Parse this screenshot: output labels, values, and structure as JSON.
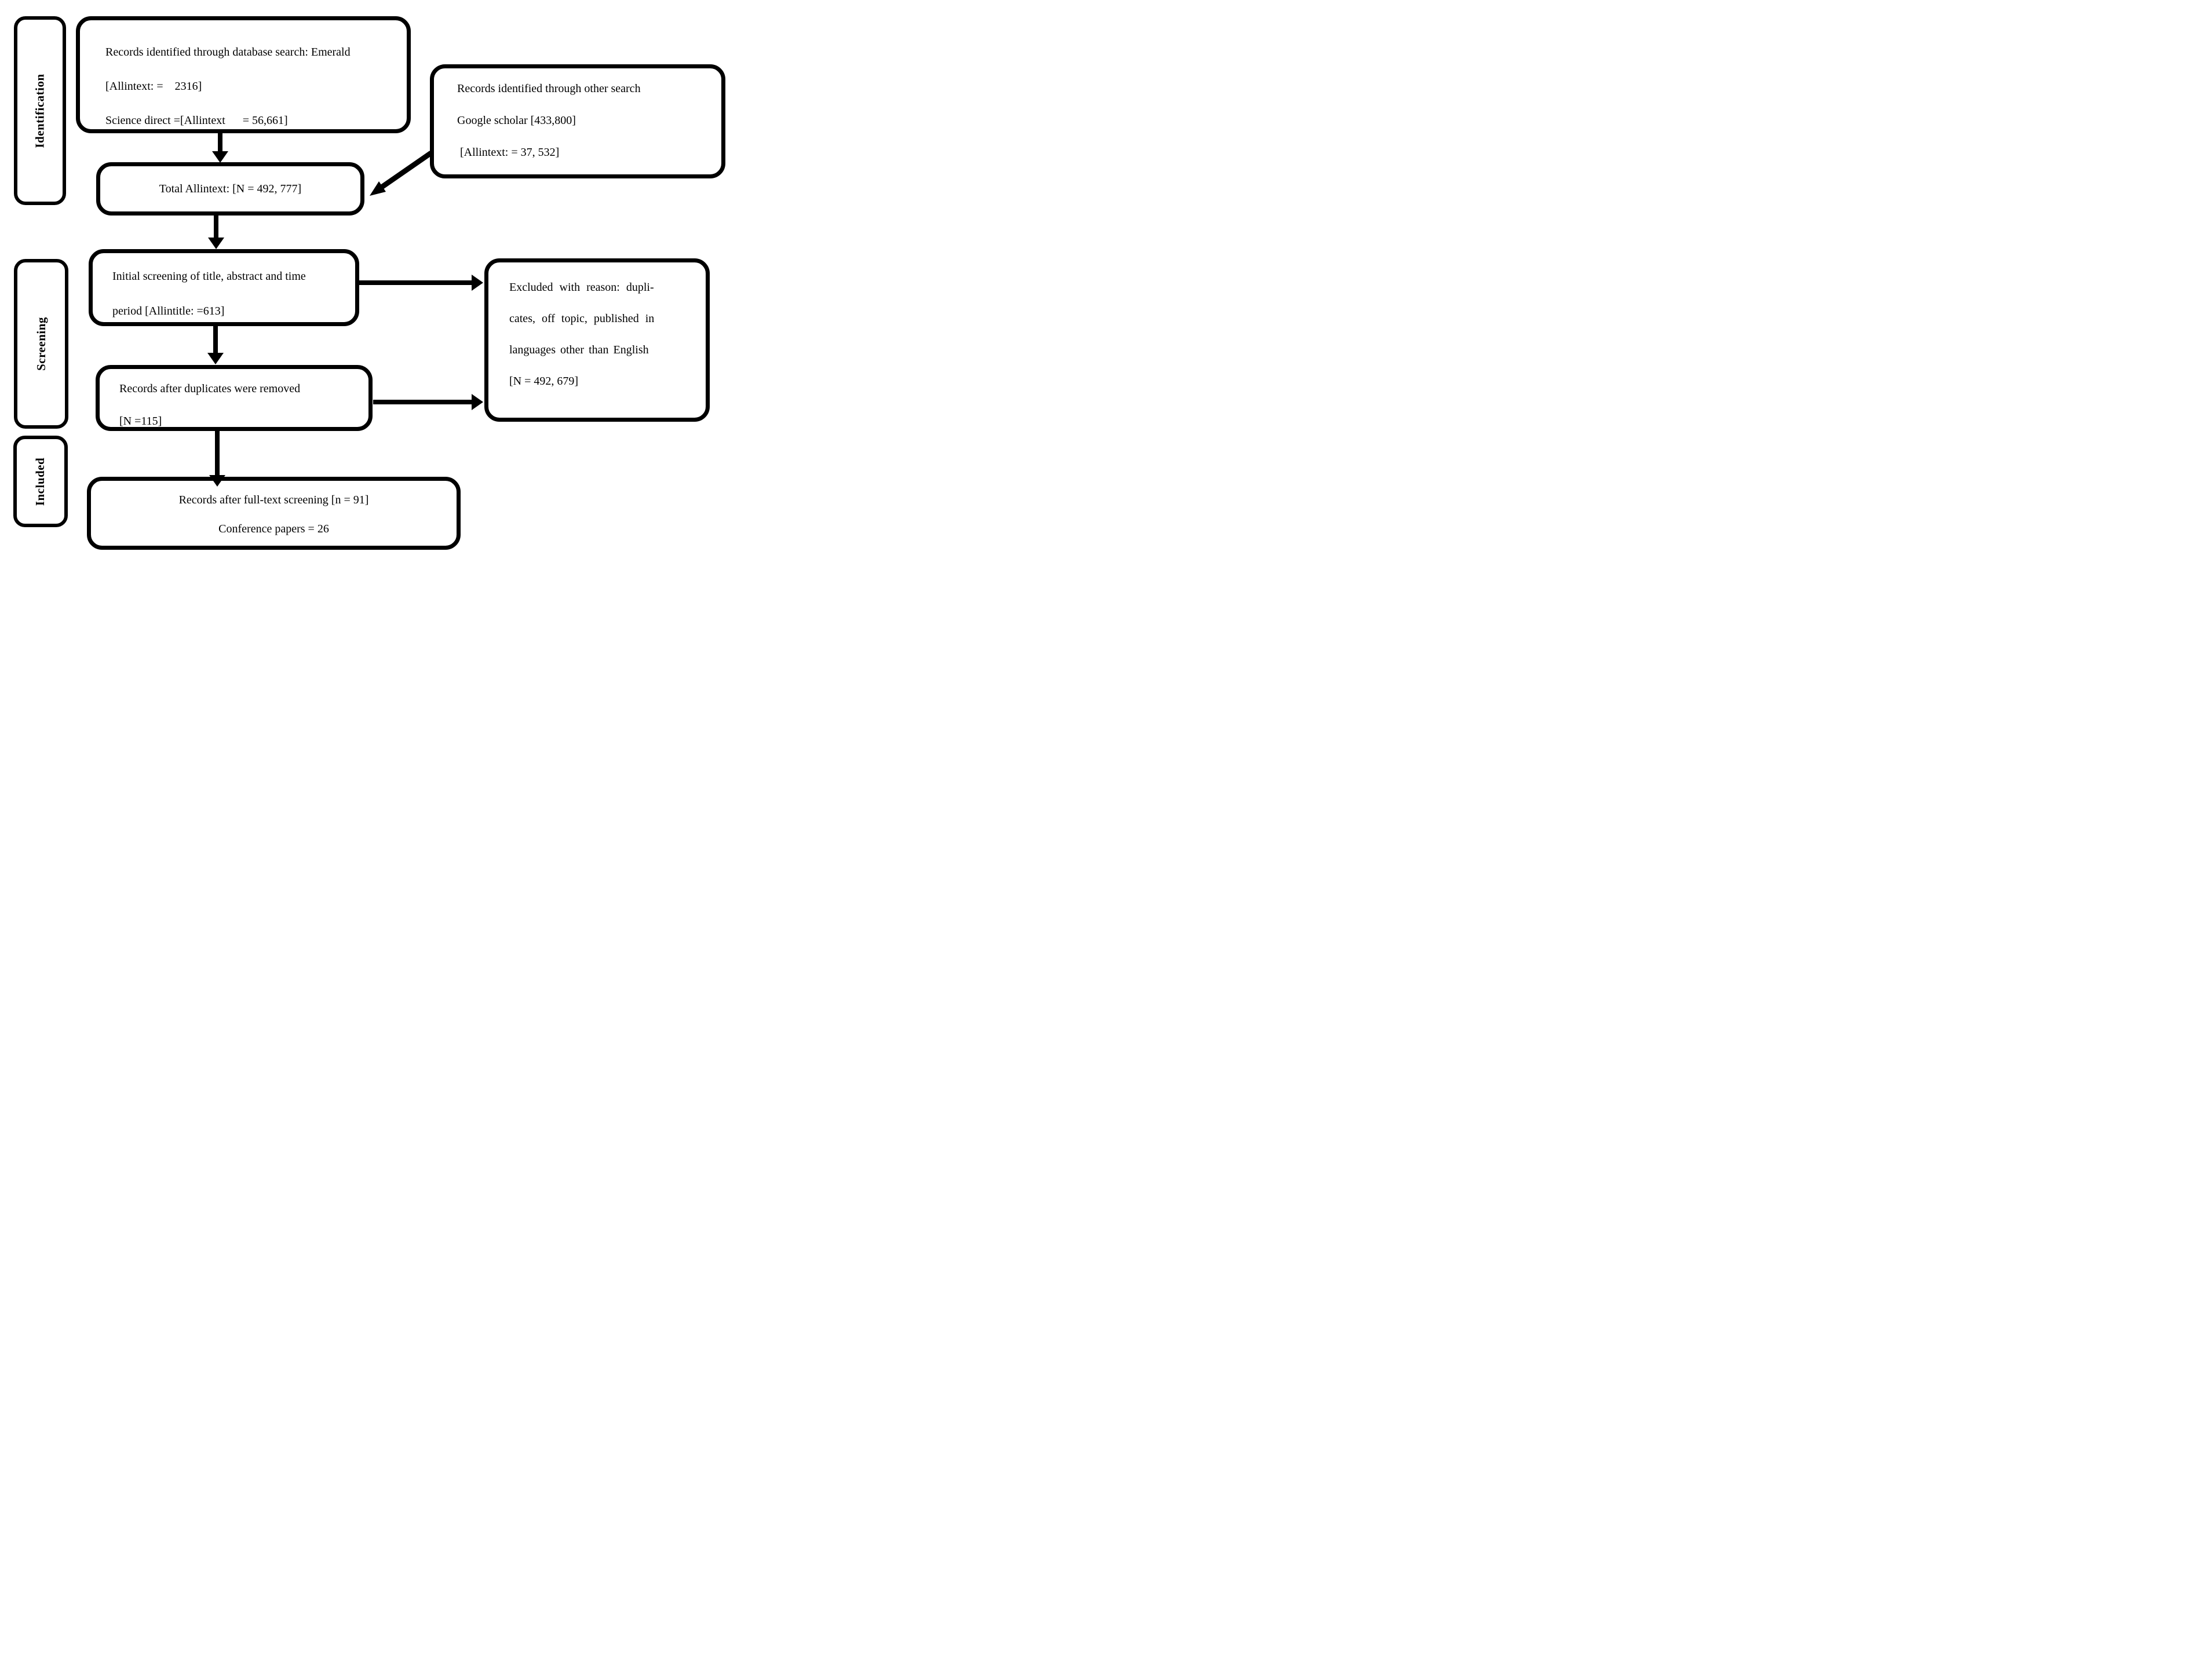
{
  "figure": {
    "type": "prisma-flow-diagram",
    "background_color": "#ffffff",
    "ink_color": "#000000"
  },
  "sidebar": {
    "identification_label": "Identification",
    "screening_label": "Screening",
    "included_label": "Included"
  },
  "boxes": {
    "identified_db": {
      "lines": [
        "Records identified through database search: Emerald",
        "[Allintext: =    2316]",
        "Science direct =[Allintext      = 56,661]"
      ]
    },
    "other_search": {
      "lines": [
        "Records identified through other search",
        "Google scholar [433,800]",
        " [Allintext: = 37, 532]"
      ]
    },
    "total": {
      "lines": [
        "Total Allintext: [N = 492, 777]"
      ]
    },
    "initial_screening": {
      "lines": [
        "Initial screening of title, abstract and time",
        "period [Allintitle: =613]"
      ]
    },
    "excluded": {
      "lines": [
        "Excluded with reason: dupli-",
        "cates, off topic, published in",
        "languages other than English",
        "[N = 492, 679]"
      ]
    },
    "after_duplicates": {
      "lines": [
        "Records after duplicates were removed",
        "[N =115]"
      ]
    },
    "full_text": {
      "lines": [
        "Records after full-text screening [n = 91]",
        "Conference papers = 26"
      ]
    }
  },
  "arrows": [
    "identified-db-to-total",
    "other-search-to-total",
    "total-to-initial-screening",
    "initial-screening-to-excluded",
    "initial-screening-to-after-duplicates",
    "after-duplicates-to-excluded",
    "after-duplicates-to-full-text"
  ]
}
